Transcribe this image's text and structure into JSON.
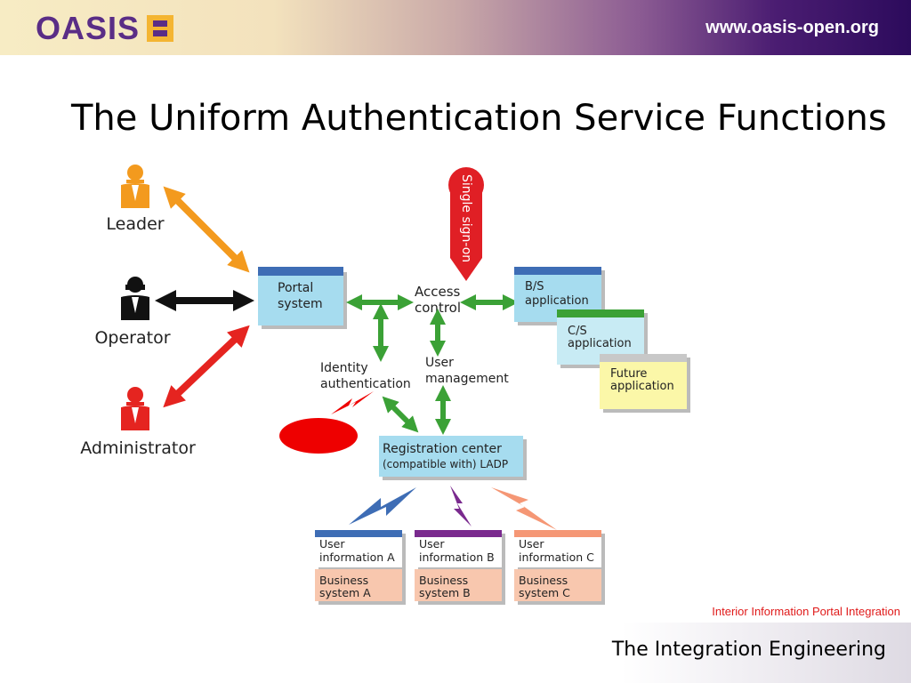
{
  "header": {
    "logo_text": "OASIS",
    "url": "www.oasis-open.org"
  },
  "slide": {
    "title": "The Uniform Authentication Service Functions"
  },
  "diagram": {
    "roles": [
      "Leader",
      "Operator",
      "Administrator"
    ],
    "portal": [
      "Portal",
      "system"
    ],
    "access_control": [
      "Access",
      "control"
    ],
    "single_sign_on": "Single sign-on",
    "identity_auth": [
      "Identity",
      "authentication"
    ],
    "user_mgmt": [
      "User",
      "management"
    ],
    "registration": [
      "Registration center",
      "(compatible with) LADP"
    ],
    "applications": [
      {
        "line1": "B/S",
        "line2": "application"
      },
      {
        "line1": "C/S",
        "line2": "application"
      },
      {
        "line1": "Future",
        "line2": "application"
      }
    ],
    "user_info": [
      {
        "line1": "User",
        "line2": "information A"
      },
      {
        "line1": "User",
        "line2": "information B"
      },
      {
        "line1": "User",
        "line2": "information C"
      }
    ],
    "business": [
      {
        "line1": "Business",
        "line2": "system  A"
      },
      {
        "line1": "Business",
        "line2": "system  B"
      },
      {
        "line1": "Business",
        "line2": "system  C"
      }
    ],
    "colors": {
      "leader": "#f39a1e",
      "operator": "#111111",
      "administrator": "#e52420",
      "green_arrow": "#3ba136",
      "blue_header": "#3e6db5",
      "cyan_box": "#a6dcef",
      "purple": "#7a2a8e",
      "salmon": "#f59775"
    }
  },
  "footer": {
    "tagline": "Interior Information Portal Integration",
    "section": "The Integration Engineering"
  }
}
